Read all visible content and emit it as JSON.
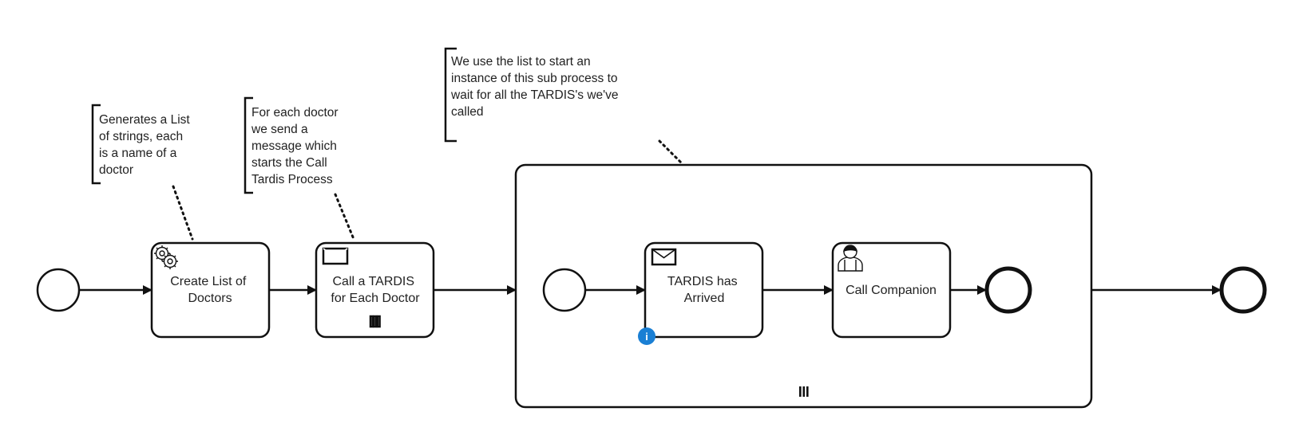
{
  "diagram": {
    "annotations": {
      "generate_list": [
        "Generates a List",
        "of strings, each",
        "is a name of a",
        "doctor"
      ],
      "send_message": [
        "For each doctor",
        "we send a",
        "message which",
        "starts the Call",
        "Tardis Process"
      ],
      "sub_process": [
        "We use the list to start an",
        "instance of this sub process to",
        "wait for all the TARDIS's we've",
        "called"
      ]
    },
    "tasks": {
      "create_list": [
        "Create List of",
        "Doctors"
      ],
      "call_tardis": [
        "Call a TARDIS",
        "for Each Doctor"
      ],
      "tardis_arrived": [
        "TARDIS has",
        "Arrived"
      ],
      "call_companion": [
        "Call Companion"
      ]
    },
    "icons": {
      "create_list": "gear-icon",
      "call_tardis": "send-message-icon",
      "tardis_arrived": "receive-message-icon",
      "call_companion": "user-icon",
      "multi_instance": "parallel-multi-instance-icon",
      "info_badge": "info-icon"
    },
    "info_badge_text": "i",
    "colors": {
      "stroke": "#111111",
      "badge": "#1a7fd4"
    }
  }
}
